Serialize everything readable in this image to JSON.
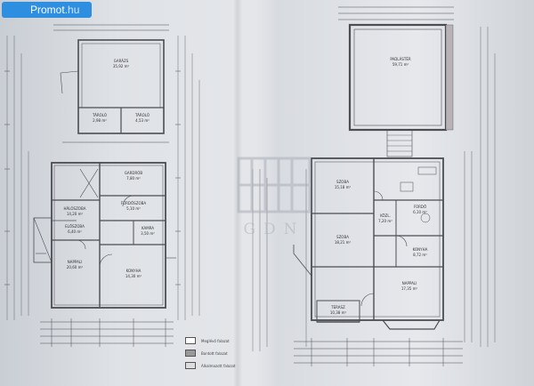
{
  "site": {
    "name": "Promot",
    "tld": ".hu"
  },
  "watermark": {
    "text": "GDN"
  },
  "ground_floor": {
    "rooms": [
      {
        "name": "GARÁZS",
        "area": "35,92 m²"
      },
      {
        "name": "TÁROLÓ",
        "area": "2,98 m²"
      },
      {
        "name": "TÁROLÓ",
        "area": "4,53 m²"
      },
      {
        "name": "GARDRÓB",
        "area": "7,80 m²"
      },
      {
        "name": "HÁLÓSZOBA",
        "area": "14,20 m²"
      },
      {
        "name": "FÜRDŐSZOBA",
        "area": "5,10 m²"
      },
      {
        "name": "ELŐSZOBA",
        "area": "6,40 m²"
      },
      {
        "name": "KAMRA",
        "area": "3,50 m²"
      },
      {
        "name": "NAPPALI",
        "area": "20,60 m²"
      },
      {
        "name": "KONYHA",
        "area": "14,30 m²"
      }
    ]
  },
  "upper_floor": {
    "rooms": [
      {
        "name": "PADLÁSTÉR",
        "area": "59,71 m²"
      },
      {
        "name": "SZOBA",
        "area": "15,18 m²"
      },
      {
        "name": "KÖZL.",
        "area": "7,20 m²"
      },
      {
        "name": "SZOBA",
        "area": "18,21 m²"
      },
      {
        "name": "FÜRDŐ",
        "area": "6,10 m²"
      },
      {
        "name": "KONYHA",
        "area": "8,72 m²"
      },
      {
        "name": "NAPPALI",
        "area": "17,35 m²"
      },
      {
        "name": "TERASZ",
        "area": "10,38 m²"
      }
    ]
  },
  "legend": {
    "items": [
      {
        "label": "Meglévő falazat"
      },
      {
        "label": "Bontott falazat"
      },
      {
        "label": "Alkalmazott falazat"
      }
    ]
  }
}
